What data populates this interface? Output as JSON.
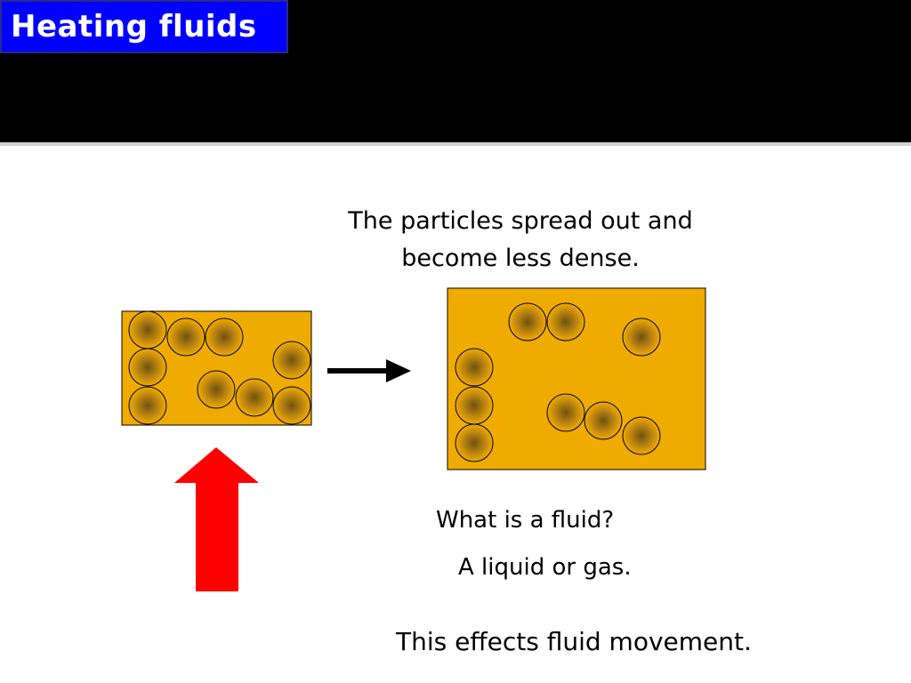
{
  "slide": {
    "title": "Heating fluids",
    "caption": "The particles spread out and become less dense.",
    "question": "What is a fluid?",
    "answer": "A liquid or gas.",
    "effects_text": "This effects fluid movement."
  },
  "colors": {
    "header_background": "#000000",
    "title_background": "#0000ff",
    "title_text": "#ffffff",
    "container_fill": "#f0ab00",
    "particle_center": "#7a5a10",
    "heat_arrow": "#ff0000",
    "direction_arrow": "#000000"
  },
  "icons": {
    "heat_arrow": "up-arrow-icon",
    "direction_arrow": "right-arrow-icon",
    "particle": "particle-circle-icon"
  }
}
